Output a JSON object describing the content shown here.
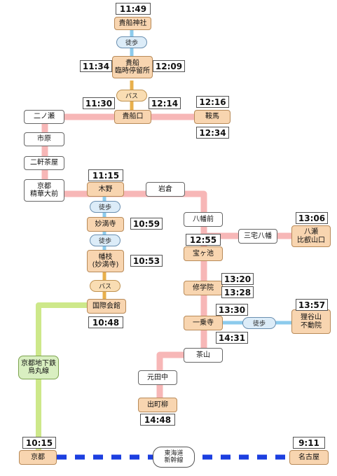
{
  "colors": {
    "eizan": "#f7b7b7",
    "subway": "#cde88a",
    "walk": "#8ccbec",
    "bus": "#e8b04c",
    "shinkansen": "#1c3fe0",
    "station_orange": "#f8d5b0"
  },
  "stations": {
    "kifune_jinja": "貴船神社",
    "kifune_rinji": "貴船\n臨時停留所",
    "kibuneguchi": "貴船口",
    "ninose": "二ノ瀬",
    "kurama": "鞍馬",
    "ichihara": "市原",
    "niken_chaya": "二軒茶屋",
    "kyoto_seika": "京都\n精華大前",
    "kino": "木野",
    "iwakura": "岩倉",
    "myomanji": "妙満寺",
    "hataeda": "幡枝\n(妙満寺)",
    "kokusai_kaikan": "国際会館",
    "hachimanmae": "八幡前",
    "miyake_hachiman": "三宅八幡",
    "yase": "八瀬\n比叡山口",
    "takaragaike": "宝ヶ池",
    "shugakuin": "修学院",
    "ichijoji": "一乗寺",
    "tanukidani": "狸谷山\n不動院",
    "chayama": "茶山",
    "mototanaka": "元田中",
    "demachiyanagi": "出町柳",
    "subway_line": "京都地下鉄\n烏丸線",
    "kyoto": "京都",
    "nagoya": "名古屋"
  },
  "connectors": {
    "walk1": "徒歩",
    "bus1": "バス",
    "walk2": "徒歩",
    "walk3": "徒歩",
    "bus2": "バス",
    "walk4": "徒歩",
    "shinkansen": "東海道\n新幹線"
  },
  "times": {
    "kifune_jinja": "11:49",
    "rinji_left": "11:34",
    "rinji_right": "12:09",
    "kibuneguchi_left": "11:30",
    "kibuneguchi_right": "12:14",
    "kurama_arr": "12:16",
    "kurama_dep": "12:34",
    "kino": "11:15",
    "myomanji": "10:59",
    "hataeda": "10:53",
    "kokusai": "10:48",
    "takaragaike": "12:55",
    "yase": "13:06",
    "shugakuin_a": "13:20",
    "shugakuin_b": "13:28",
    "ichijoji_a": "13:30",
    "ichijoji_b": "14:31",
    "tanukidani": "13:57",
    "demachiyanagi": "14:48",
    "kyoto": "10:15",
    "nagoya": "9:11"
  }
}
